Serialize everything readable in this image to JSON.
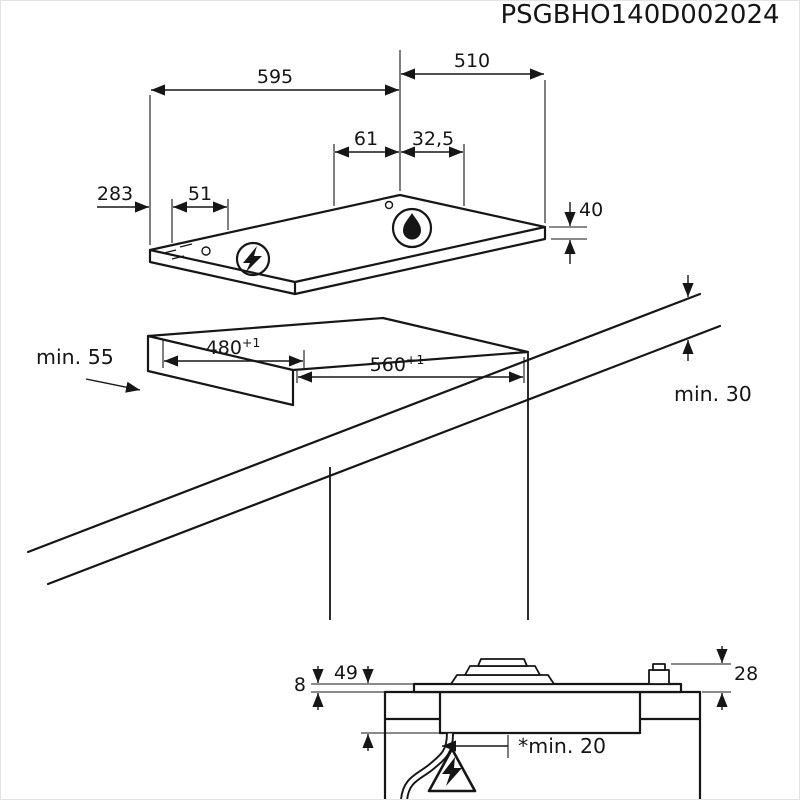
{
  "title": "PSGBHO140D002024",
  "top_view": {
    "width": "595",
    "depth": "510",
    "dim_61": "61",
    "dim_32_5": "32,5",
    "dim_283": "283",
    "dim_51": "51",
    "height": "40"
  },
  "cutout_view": {
    "dim_480": "480",
    "dim_480_tol": "+1",
    "dim_560": "560",
    "dim_560_tol": "+1",
    "min_55": "min. 55",
    "min_30": "min. 30"
  },
  "section_view": {
    "dim_8": "8",
    "dim_49": "49",
    "dim_28": "28",
    "min_20": "*min. 20"
  },
  "icons": {
    "gas_burner": "flame-icon",
    "ignition_burner": "lightning-icon",
    "warning": "electric-hazard-icon"
  },
  "colors": {
    "line": "#161616",
    "background": "#ffffff"
  }
}
